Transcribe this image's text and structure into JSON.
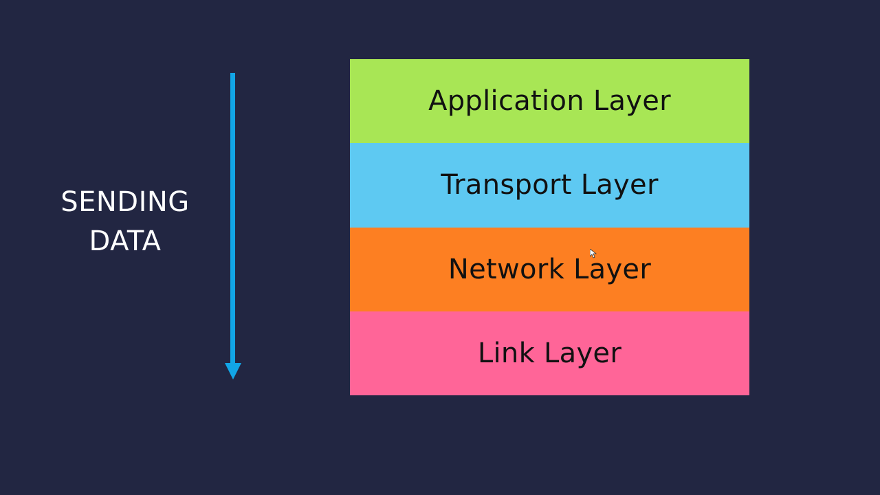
{
  "direction": {
    "lines": [
      "SENDING",
      "DATA"
    ],
    "arrow_color": "#12a5e6"
  },
  "layers": [
    {
      "label": "Application Layer",
      "color": "#a8e655"
    },
    {
      "label": "Transport Layer",
      "color": "#5ec9f2"
    },
    {
      "label": "Network Layer",
      "color": "#fd7f22"
    },
    {
      "label": "Link Layer",
      "color": "#ff6598"
    }
  ]
}
